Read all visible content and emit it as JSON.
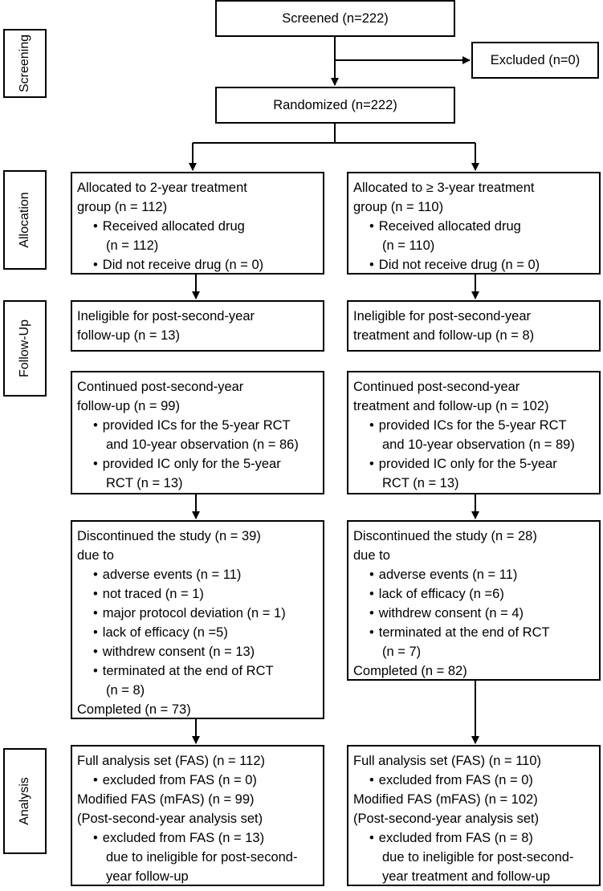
{
  "stages": {
    "screening": "Screening",
    "allocation": "Allocation",
    "followup": "Follow-Up",
    "analysis": "Analysis"
  },
  "screened": "Screened (n=222)",
  "excluded": "Excluded (n=0)",
  "randomized": "Randomized (n=222)",
  "left": {
    "allocation": [
      {
        "text": "Allocated to 2-year treatment",
        "level": 0,
        "bullet": false
      },
      {
        "text": "group (n = 112)",
        "level": 0,
        "bullet": false
      },
      {
        "text": "Received allocated drug",
        "level": 1,
        "bullet": true
      },
      {
        "text": "(n = 112)",
        "level": 2,
        "bullet": false
      },
      {
        "text": "Did not receive drug (n = 0)",
        "level": 1,
        "bullet": true
      }
    ],
    "ineligible": [
      {
        "text": "Ineligible for post-second-year",
        "level": 0,
        "bullet": false
      },
      {
        "text": "follow-up (n = 13)",
        "level": 0,
        "bullet": false
      }
    ],
    "continued": [
      {
        "text": "Continued post-second-year",
        "level": 0,
        "bullet": false
      },
      {
        "text": "follow-up (n = 99)",
        "level": 0,
        "bullet": false
      },
      {
        "text": "provided ICs for the 5-year RCT",
        "level": 1,
        "bullet": true
      },
      {
        "text": "and 10-year observation (n = 86)",
        "level": 2,
        "bullet": false
      },
      {
        "text": "provided IC only for the 5-year",
        "level": 1,
        "bullet": true
      },
      {
        "text": "RCT (n = 13)",
        "level": 2,
        "bullet": false
      }
    ],
    "discontinued": [
      {
        "text": "Discontinued the study (n = 39)",
        "level": 0,
        "bullet": false
      },
      {
        "text": "due to",
        "level": 0,
        "bullet": false
      },
      {
        "text": "adverse events (n = 11)",
        "level": 1,
        "bullet": true
      },
      {
        "text": "not traced (n = 1)",
        "level": 1,
        "bullet": true
      },
      {
        "text": "major protocol deviation (n = 1)",
        "level": 1,
        "bullet": true
      },
      {
        "text": "lack of efficacy (n =5)",
        "level": 1,
        "bullet": true
      },
      {
        "text": "withdrew consent (n = 13)",
        "level": 1,
        "bullet": true
      },
      {
        "text": "terminated at the end of RCT",
        "level": 1,
        "bullet": true
      },
      {
        "text": "(n = 8)",
        "level": 2,
        "bullet": false
      },
      {
        "text": "Completed (n = 73)",
        "level": 0,
        "bullet": false
      }
    ],
    "analysis": [
      {
        "text": "Full analysis set (FAS) (n = 112)",
        "level": 0,
        "bullet": false
      },
      {
        "text": "excluded from FAS (n = 0)",
        "level": 1,
        "bullet": true
      },
      {
        "text": "Modified FAS (mFAS) (n = 99)",
        "level": 0,
        "bullet": false
      },
      {
        "text": "(Post-second-year analysis set)",
        "level": 0,
        "bullet": false
      },
      {
        "text": "excluded from FAS (n = 13)",
        "level": 1,
        "bullet": true
      },
      {
        "text": "due to ineligible for post-second-",
        "level": 2,
        "bullet": false
      },
      {
        "text": "year follow-up",
        "level": 2,
        "bullet": false
      }
    ]
  },
  "right": {
    "allocation": [
      {
        "text": "Allocated to ≥ 3-year treatment",
        "level": 0,
        "bullet": false
      },
      {
        "text": "group (n = 110)",
        "level": 0,
        "bullet": false
      },
      {
        "text": "Received allocated drug",
        "level": 1,
        "bullet": true
      },
      {
        "text": "(n = 110)",
        "level": 2,
        "bullet": false
      },
      {
        "text": "Did not receive drug (n = 0)",
        "level": 1,
        "bullet": true
      }
    ],
    "ineligible": [
      {
        "text": "Ineligible for post-second-year",
        "level": 0,
        "bullet": false
      },
      {
        "text": "treatment and follow-up (n = 8)",
        "level": 0,
        "bullet": false
      }
    ],
    "continued": [
      {
        "text": "Continued post-second-year",
        "level": 0,
        "bullet": false
      },
      {
        "text": "treatment and follow-up (n = 102)",
        "level": 0,
        "bullet": false
      },
      {
        "text": "provided ICs for the 5-year RCT",
        "level": 1,
        "bullet": true
      },
      {
        "text": "and 10-year observation (n = 89)",
        "level": 2,
        "bullet": false
      },
      {
        "text": "provided IC only for the 5-year",
        "level": 1,
        "bullet": true
      },
      {
        "text": "RCT (n = 13)",
        "level": 2,
        "bullet": false
      }
    ],
    "discontinued": [
      {
        "text": "Discontinued the study (n = 28)",
        "level": 0,
        "bullet": false
      },
      {
        "text": "due to",
        "level": 0,
        "bullet": false
      },
      {
        "text": "adverse events (n = 11)",
        "level": 1,
        "bullet": true
      },
      {
        "text": "lack of efficacy (n =6)",
        "level": 1,
        "bullet": true
      },
      {
        "text": "withdrew consent (n = 4)",
        "level": 1,
        "bullet": true
      },
      {
        "text": "terminated at the end of RCT",
        "level": 1,
        "bullet": true
      },
      {
        "text": "(n = 7)",
        "level": 2,
        "bullet": false
      },
      {
        "text": "Completed (n = 82)",
        "level": 0,
        "bullet": false
      }
    ],
    "analysis": [
      {
        "text": "Full analysis set (FAS) (n = 110)",
        "level": 0,
        "bullet": false
      },
      {
        "text": "excluded from FAS (n = 0)",
        "level": 1,
        "bullet": true
      },
      {
        "text": "Modified FAS (mFAS) (n = 102)",
        "level": 0,
        "bullet": false
      },
      {
        "text": "(Post-second-year analysis set)",
        "level": 0,
        "bullet": false
      },
      {
        "text": "excluded from FAS (n = 8)",
        "level": 1,
        "bullet": true
      },
      {
        "text": "due to ineligible for post-second-",
        "level": 2,
        "bullet": false
      },
      {
        "text": "year treatment and follow-up",
        "level": 2,
        "bullet": false
      }
    ]
  }
}
